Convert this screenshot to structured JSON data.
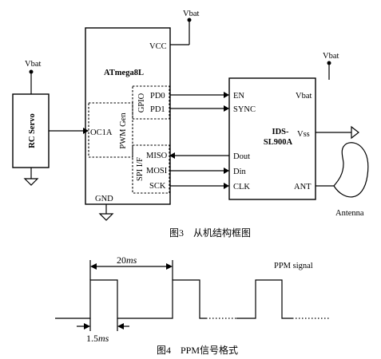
{
  "figure3": {
    "vbat_labels": [
      "Vbat",
      "Vbat",
      "Vbat"
    ],
    "mcu": {
      "name": "ATmega8L",
      "vcc": "VCC",
      "gnd": "GND",
      "gpio_group": "GPIO",
      "gpio_pins": [
        "PD0",
        "PD1"
      ],
      "pwm_group": "PWM Gen",
      "pwm_pin": "OC1A",
      "spi_group": "SPI I/F",
      "spi_pins": [
        "MISO",
        "MOSI",
        "SCK"
      ]
    },
    "servo": {
      "name": "RC Servo"
    },
    "rfid": {
      "name_line1": "IDS-",
      "name_line2": "SL900A",
      "vbat": "Vbat",
      "vss": "Vss",
      "ant": "ANT",
      "pins_left": [
        "EN",
        "SYNC",
        "Dout",
        "Din",
        "CLK"
      ]
    },
    "antenna_label": "Antenna",
    "caption": "图3　从机结构框图"
  },
  "figure4": {
    "period_number": "20",
    "period_unit": "ms",
    "pulse_number": "1.5",
    "pulse_unit": "ms",
    "signal_label": "PPM signal",
    "caption": "图4　PPM信号格式"
  }
}
